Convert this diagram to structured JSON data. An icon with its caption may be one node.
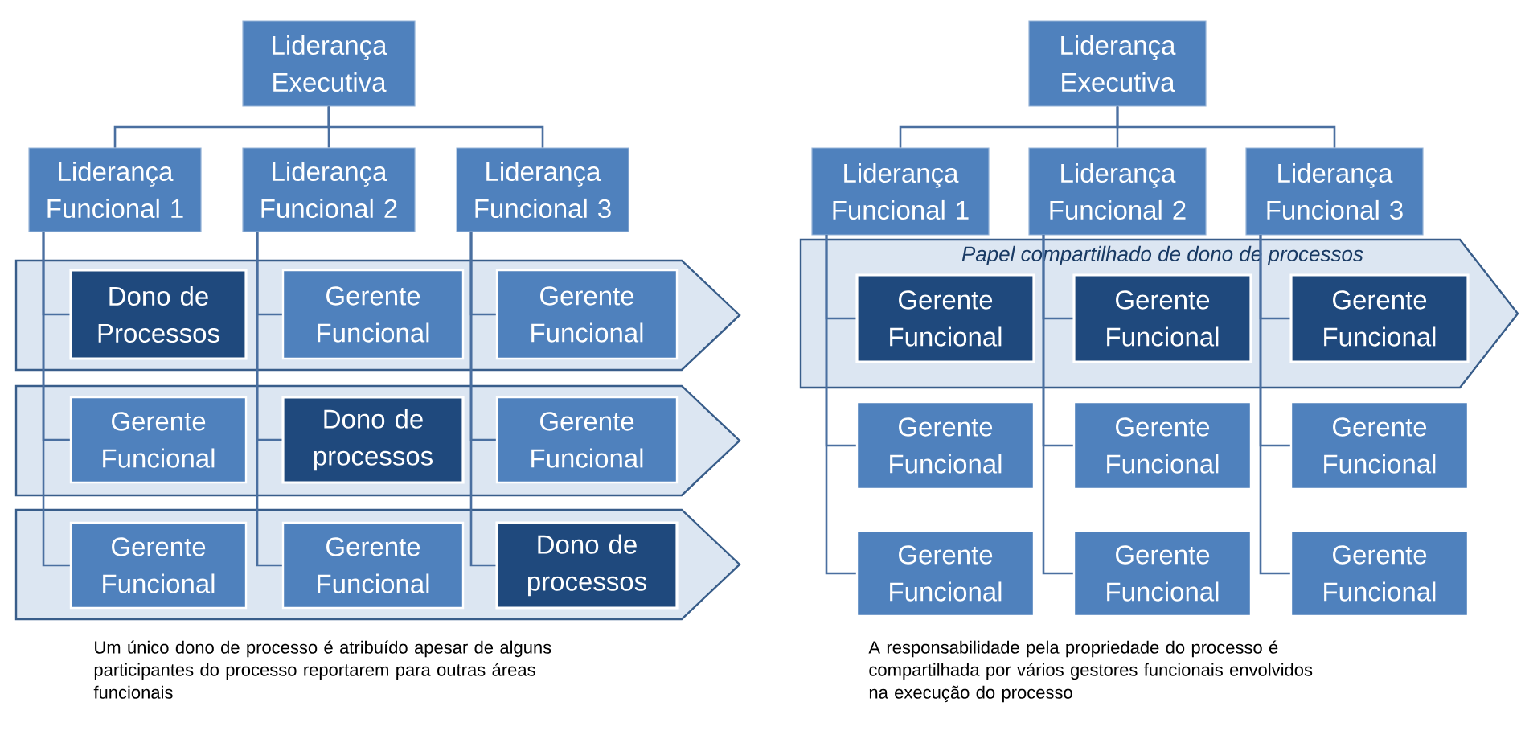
{
  "diagram": {
    "nodes": [
      {
        "text": [
          "Liderança Executiva"
        ]
      },
      {
        "text": [
          "Liderança Funcional 1"
        ]
      },
      {
        "text": [
          "Liderança Funcional 2"
        ]
      },
      {
        "text": [
          "Liderança Funcional 3"
        ]
      },
      {
        "text": [],
        "shape": "arrow"
      },
      {
        "text": [
          "Dono de Processos"
        ],
        "in": 4
      },
      {
        "text": [
          "Gerente Funcional"
        ],
        "in": 4
      },
      {
        "text": [
          "Gerente Funcional"
        ],
        "in": 4
      },
      {
        "text": [],
        "shape": "arrow"
      },
      {
        "text": [
          "Gerente Funcional"
        ],
        "in": 8
      },
      {
        "text": [
          "Dono de processos"
        ],
        "in": 8
      },
      {
        "text": [
          "Gerente Funcional"
        ],
        "in": 8
      },
      {
        "text": [],
        "shape": "arrow"
      },
      {
        "text": [
          "Gerente Funcional"
        ],
        "in": 12
      },
      {
        "text": [
          "Gerente Funcional"
        ],
        "in": 12
      },
      {
        "text": [
          "Dono de processos"
        ],
        "in": 12
      },
      {
        "text": [
          "Liderança Executiva"
        ]
      },
      {
        "text": [
          "Liderança Funcional 1"
        ]
      },
      {
        "text": [
          "Liderança Funcional 2"
        ]
      },
      {
        "text": [
          "Liderança Funcional 3"
        ]
      },
      {
        "text": [
          "Papel compartilhado de dono de processos"
        ]
      },
      {
        "text": [
          "Gerente Funcional"
        ],
        "in": 20
      },
      {
        "text": [
          "Gerente Funcional"
        ],
        "in": 20
      },
      {
        "text": [
          "Gerente Funcional"
        ],
        "in": 20
      },
      {
        "text": [
          "Gerente Funcional"
        ]
      },
      {
        "text": [
          "Gerente Funcional"
        ]
      },
      {
        "text": [
          "Gerente Funcional"
        ]
      },
      {
        "text": [
          "Gerente Funcional"
        ]
      },
      {
        "text": [
          "Gerente Funcional"
        ]
      },
      {
        "text": [
          "Gerente Funcional"
        ]
      }
    ],
    "edges": [
      {
        "from": 0,
        "to": 1,
        "arrow": "none"
      },
      {
        "from": 0,
        "to": 2,
        "arrow": "none"
      },
      {
        "from": 0,
        "to": 3,
        "arrow": "none"
      },
      {
        "from": 1,
        "to": 5,
        "arrow": "none"
      },
      {
        "from": 1,
        "to": 9,
        "arrow": "none"
      },
      {
        "from": 1,
        "to": 13,
        "arrow": "none"
      },
      {
        "from": 2,
        "to": 6,
        "arrow": "none"
      },
      {
        "from": 2,
        "to": 10,
        "arrow": "none"
      },
      {
        "from": 2,
        "to": 14,
        "arrow": "none"
      },
      {
        "from": 3,
        "to": 7,
        "arrow": "none"
      },
      {
        "from": 3,
        "to": 11,
        "arrow": "none"
      },
      {
        "from": 3,
        "to": 15,
        "arrow": "none"
      },
      {
        "from": 16,
        "to": 17,
        "arrow": "none"
      },
      {
        "from": 16,
        "to": 18,
        "arrow": "none"
      },
      {
        "from": 16,
        "to": 19,
        "arrow": "none"
      },
      {
        "from": 17,
        "to": 21,
        "arrow": "none"
      },
      {
        "from": 17,
        "to": 24,
        "arrow": "none"
      },
      {
        "from": 17,
        "to": 27,
        "arrow": "none"
      },
      {
        "from": 18,
        "to": 22,
        "arrow": "none"
      },
      {
        "from": 18,
        "to": 25,
        "arrow": "none"
      },
      {
        "from": 18,
        "to": 28,
        "arrow": "none"
      },
      {
        "from": 19,
        "to": 23,
        "arrow": "none"
      },
      {
        "from": 19,
        "to": 26,
        "arrow": "none"
      },
      {
        "from": 19,
        "to": 29,
        "arrow": "none"
      }
    ],
    "labels": [
      "Um único dono de processo é atribuído apesar de alguns participantes do processo reportarem para outras áreas funcionais",
      "A responsabilidade pela propriedade do processo é compartilhada por vários gestores funcionais envolvidos na execução do processo"
    ]
  }
}
